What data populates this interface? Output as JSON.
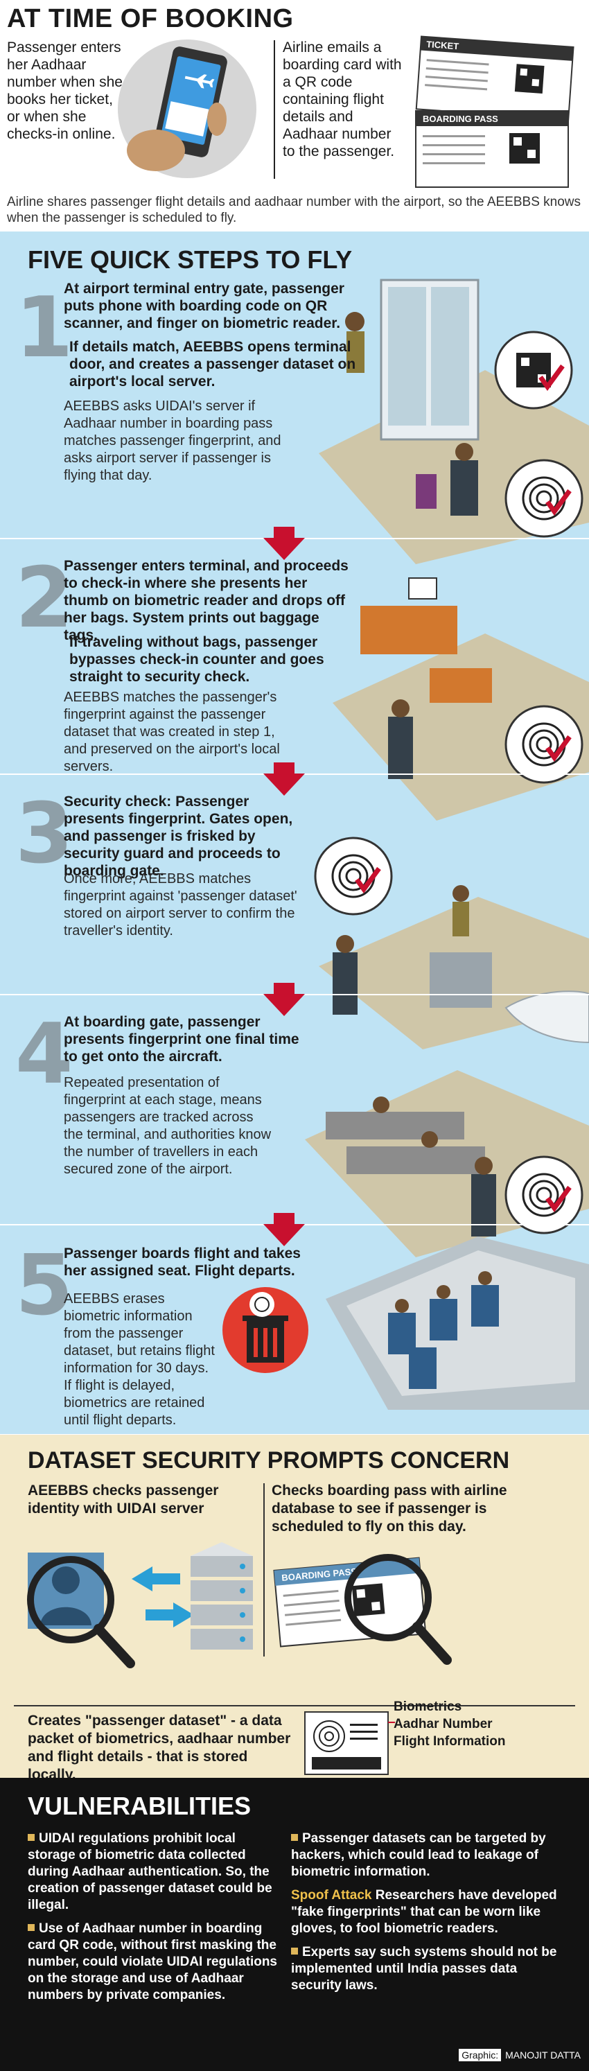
{
  "booking": {
    "title": "AT TIME OF BOOKING",
    "left_text": "Passenger enters her Aadhaar number when she books her ticket, or when she checks-in online.",
    "right_text": "Airline emails a boarding card with a QR code containing flight details and Aadhaar number to the passenger.",
    "bottom_text": "Airline shares passenger flight details and aadhaar number with the airport, so the AEEBBS knows when the passenger is scheduled to fly.",
    "ticket_label": "TICKET",
    "boarding_label": "BOARDING PASS"
  },
  "steps": {
    "title": "FIVE QUICK STEPS TO FLY",
    "items": [
      {
        "num": "1",
        "title": "At airport terminal entry gate, passenger puts phone with boarding code on QR scanner, and finger on biometric reader.",
        "sub": "If details match, AEEBBS opens terminal door, and creates a passenger dataset on airport's local server.",
        "body": "AEEBBS asks UIDAI's server if Aadhaar number in boarding pass matches passenger fingerprint, and asks airport server if passenger is flying that day."
      },
      {
        "num": "2",
        "title": "Passenger enters terminal, and proceeds to check-in where she presents her thumb on biometric reader and drops off her bags. System prints out baggage tags.",
        "sub": "If traveling without bags, passenger bypasses check-in counter and goes straight to security check.",
        "body": "AEEBBS matches the passenger's fingerprint against the passenger dataset that was created in step 1, and preserved on the airport's local servers."
      },
      {
        "num": "3",
        "title": "Security check: Passenger presents fingerprint. Gates open, and passenger is frisked by security guard and proceeds to boarding gate.",
        "sub": "",
        "body": "Once more, AEEBBS matches fingerprint against 'passenger dataset' stored on airport server to confirm the traveller's identity."
      },
      {
        "num": "4",
        "title": "At boarding gate, passenger presents fingerprint one final time to get onto the aircraft.",
        "sub": "",
        "body": "Repeated presentation of fingerprint at each stage, means passengers are tracked across the terminal, and authorities know the number of travellers in each secured zone of the airport."
      },
      {
        "num": "5",
        "title": "Passenger boards flight and takes her assigned seat. Flight departs.",
        "sub": "",
        "body": "AEEBBS erases biometric information from the passenger dataset, but retains flight information for 30 days. If flight is delayed, biometrics are retained until flight departs."
      }
    ]
  },
  "concern": {
    "title": "DATASET SECURITY PROMPTS CONCERN",
    "left": "AEEBBS checks passenger identity with UIDAI server",
    "right": "Checks boarding pass with airline database to see if passenger is scheduled to fly on this day.",
    "boarding_label": "BOARDING PASS",
    "dataset": "Creates \"passenger dataset\" - a data packet of biometrics, aadhaar number and flight details - that is stored locally.",
    "legend": [
      "Biometrics",
      "Aadhar Number",
      "Flight Information"
    ]
  },
  "vulnerabilities": {
    "title": "VULNERABILITIES",
    "left": [
      "UIDAI regulations prohibit local storage of biometric data collected during Aadhaar authentication. So, the creation of passenger dataset could be illegal.",
      "Use of Aadhaar number in boarding card QR code, without first masking the number, could violate UIDAI regulations on the storage and use of Aadhaar numbers by private companies."
    ],
    "right": [
      "Passenger datasets can be targeted by hackers, which could lead to leakage of biometric information.",
      "Researchers have developed \"fake fingerprints\" that can be worn like gloves, to fool biometric readers.",
      "Experts say such systems should not be implemented until India passes data security laws."
    ],
    "spoof_label": "Spoof Attack",
    "credit_label": "Graphic:",
    "credit_name": "MANOJIT DATTA"
  },
  "colors": {
    "steps_bg": "#bfe3f4",
    "concern_bg": "#f3e9c9",
    "vuln_bg": "#121212",
    "accent_red": "#c8102e",
    "bullet_gold": "#e0b75a"
  }
}
